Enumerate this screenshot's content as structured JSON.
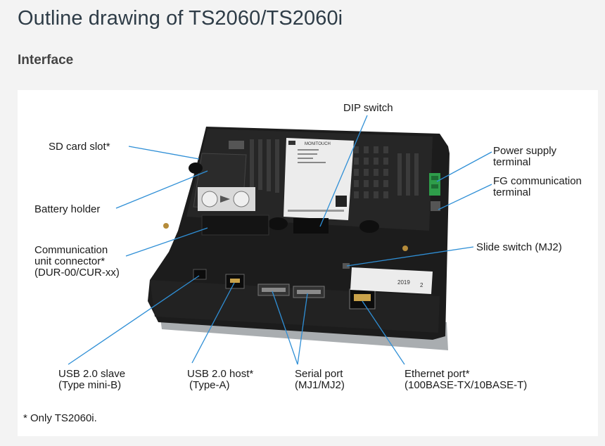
{
  "page": {
    "title": "Outline drawing of TS2060/TS2060i",
    "section_heading": "Interface"
  },
  "device": {
    "brand": "MONITOUCH",
    "sticker_year": "2019",
    "sticker_digit": "2"
  },
  "callouts": {
    "dip_switch": "DIP switch",
    "sd_card_slot": "SD card slot*",
    "battery_holder": "Battery holder",
    "comm_unit_line1": "Communication",
    "comm_unit_line2": "unit connector*",
    "comm_unit_line3": "(DUR-00/CUR-xx)",
    "power_line1": "Power supply",
    "power_line2": "terminal",
    "fg_line1": "FG communication",
    "fg_line2": "terminal",
    "slide_switch": "Slide switch (MJ2)",
    "usb_slave_line1": "USB 2.0 slave",
    "usb_slave_line2": "(Type mini-B)",
    "usb_host_line1": "USB 2.0 host*",
    "usb_host_line2": "(Type-A)",
    "serial_line1": "Serial port",
    "serial_line2": "(MJ1/MJ2)",
    "ethernet_line1": "Ethernet port*",
    "ethernet_line2": "(100BASE-TX/10BASE-T)"
  },
  "footnote": "* Only TS2060i.",
  "colors": {
    "leader_line": "#2f8fd6",
    "title": "#2e3c47",
    "device_body": "#1c1c1c",
    "terminal_green": "#2e9d4a"
  }
}
